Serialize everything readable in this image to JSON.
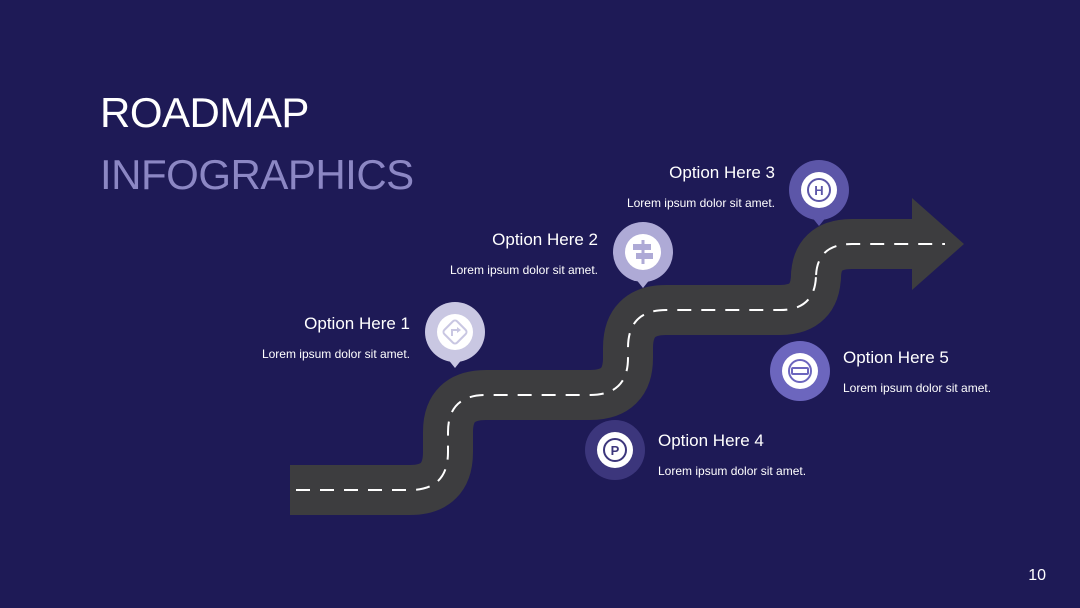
{
  "title": {
    "line1": "ROADMAP",
    "line2": "INFOGRAPHICS"
  },
  "options": [
    {
      "title": "Option Here 1",
      "desc": "Lorem ipsum dolor sit amet.",
      "icon": "road-sign-turn-icon"
    },
    {
      "title": "Option Here 2",
      "desc": "Lorem ipsum dolor sit amet.",
      "icon": "signpost-icon"
    },
    {
      "title": "Option Here 3",
      "desc": "Lorem ipsum dolor sit amet.",
      "icon": "hospital-icon"
    },
    {
      "title": "Option Here 4",
      "desc": "Lorem ipsum dolor sit amet.",
      "icon": "parking-icon"
    },
    {
      "title": "Option Here 5",
      "desc": "Lorem ipsum dolor sit amet.",
      "icon": "no-entry-icon"
    }
  ],
  "page_number": "10",
  "colors": {
    "background": "#1e1a56",
    "road": "#3d3d3f",
    "title_accent": "#8c87c4",
    "pin_1": "#c9c7e2",
    "pin_2": "#aeaad6",
    "pin_3": "#5c56a8",
    "pin_4": "#3c367c",
    "pin_5": "#6c66be"
  }
}
